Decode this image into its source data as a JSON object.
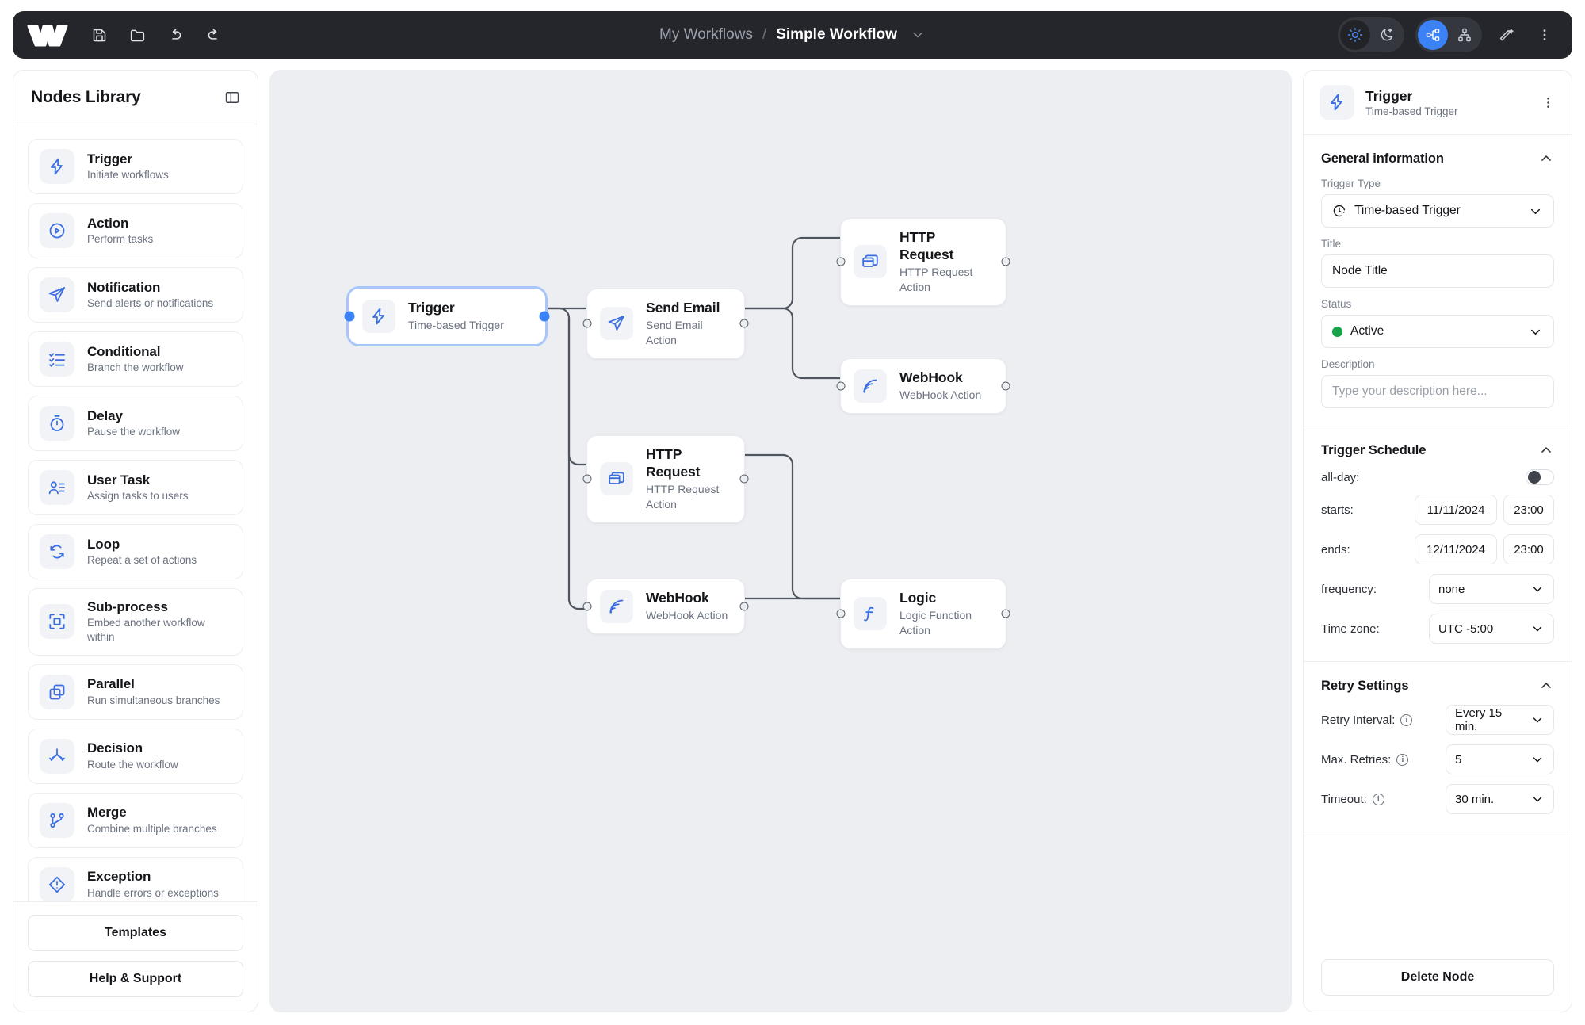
{
  "topbar": {
    "logo": "workflow-logo",
    "tools": [
      {
        "name": "save-icon",
        "label": "Save"
      },
      {
        "name": "open-folder-icon",
        "label": "Open"
      },
      {
        "name": "undo-icon",
        "label": "Undo"
      },
      {
        "name": "redo-icon",
        "label": "Redo"
      }
    ],
    "breadcrumb": {
      "parent": "My Workflows",
      "separator": "/",
      "current": "Simple Workflow"
    },
    "theme": {
      "light": "sun-icon",
      "dark": "moon-icon",
      "active": "light"
    },
    "layout": {
      "horizontal": "layout-horizontal-icon",
      "vertical": "layout-vertical-icon",
      "active": "horizontal"
    },
    "magic": "magic-wand-icon",
    "more": "kebab-menu-icon"
  },
  "sidebar": {
    "title": "Nodes Library",
    "collapse_icon": "panel-collapse-icon",
    "items": [
      {
        "icon": "lightning-icon",
        "title": "Trigger",
        "subtitle": "Initiate workflows"
      },
      {
        "icon": "play-circle-icon",
        "title": "Action",
        "subtitle": "Perform tasks"
      },
      {
        "icon": "send-icon",
        "title": "Notification",
        "subtitle": "Send alerts or notifications"
      },
      {
        "icon": "checklist-icon",
        "title": "Conditional",
        "subtitle": "Branch the workflow"
      },
      {
        "icon": "timer-icon",
        "title": "Delay",
        "subtitle": "Pause the workflow"
      },
      {
        "icon": "user-task-icon",
        "title": "User Task",
        "subtitle": "Assign tasks to users"
      },
      {
        "icon": "loop-icon",
        "title": "Loop",
        "subtitle": "Repeat a set of actions"
      },
      {
        "icon": "subprocess-icon",
        "title": "Sub-process",
        "subtitle": "Embed another workflow within"
      },
      {
        "icon": "parallel-icon",
        "title": "Parallel",
        "subtitle": "Run simultaneous branches"
      },
      {
        "icon": "decision-icon",
        "title": "Decision",
        "subtitle": "Route the workflow"
      },
      {
        "icon": "merge-icon",
        "title": "Merge",
        "subtitle": "Combine multiple branches"
      },
      {
        "icon": "exception-icon",
        "title": "Exception",
        "subtitle": "Handle errors or exceptions"
      }
    ],
    "footer_buttons": [
      {
        "label": "Templates"
      },
      {
        "label": "Help & Support"
      }
    ]
  },
  "canvas": {
    "background": "#eceef2",
    "edge_color": "#4f555e",
    "accent": "#3b82f6",
    "nodes": [
      {
        "id": "trigger",
        "icon": "lightning-icon",
        "title": "Trigger",
        "subtitle": "Time-based Trigger",
        "selected": true
      },
      {
        "id": "email",
        "icon": "send-icon",
        "title": "Send Email",
        "subtitle": "Send Email Action",
        "selected": false
      },
      {
        "id": "http1",
        "icon": "http-icon",
        "title": "HTTP Request",
        "subtitle": "HTTP Request Action",
        "selected": false
      },
      {
        "id": "hook1",
        "icon": "webhook-icon",
        "title": "WebHook",
        "subtitle": "WebHook Action",
        "selected": false
      },
      {
        "id": "http2",
        "icon": "http-icon",
        "title": "HTTP Request",
        "subtitle": "HTTP Request Action",
        "selected": false
      },
      {
        "id": "hook2",
        "icon": "webhook-icon",
        "title": "WebHook",
        "subtitle": "WebHook Action",
        "selected": false
      },
      {
        "id": "logic",
        "icon": "function-icon",
        "title": "Logic",
        "subtitle": "Logic Function Action",
        "selected": false
      }
    ]
  },
  "inspector": {
    "header": {
      "icon": "lightning-icon",
      "title": "Trigger",
      "subtitle": "Time-based Trigger",
      "menu_icon": "kebab-menu-icon"
    },
    "general": {
      "section_title": "General information",
      "trigger_type_label": "Trigger Type",
      "trigger_type_value": "Time-based Trigger",
      "trigger_type_icon": "clock-icon",
      "title_label": "Title",
      "title_value": "Node Title",
      "status_label": "Status",
      "status_value": "Active",
      "status_color": "#16a34a",
      "description_label": "Description",
      "description_placeholder": "Type your description here..."
    },
    "schedule": {
      "section_title": "Trigger Schedule",
      "allday_label": "all-day:",
      "allday_on": false,
      "starts_label": "starts:",
      "starts_date": "11/11/2024",
      "starts_time": "23:00",
      "ends_label": "ends:",
      "ends_date": "12/11/2024",
      "ends_time": "23:00",
      "frequency_label": "frequency:",
      "frequency_value": "none",
      "timezone_label": "Time zone:",
      "timezone_value": "UTC -5:00"
    },
    "retry": {
      "section_title": "Retry Settings",
      "interval_label": "Retry Interval:",
      "interval_value": "Every 15 min.",
      "max_label": "Max. Retries:",
      "max_value": "5",
      "timeout_label": "Timeout:",
      "timeout_value": "30 min."
    },
    "delete_label": "Delete Node"
  }
}
